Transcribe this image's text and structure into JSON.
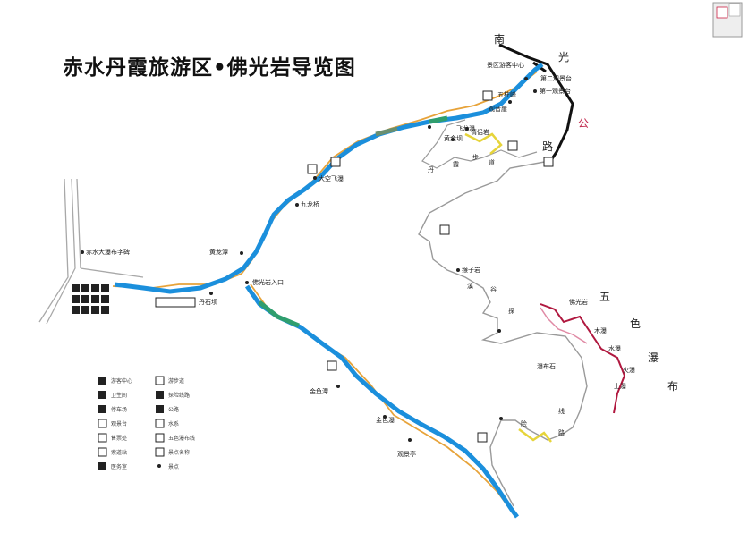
{
  "title": "赤水丹霞旅游区•佛光岩导览图",
  "road_labels": {
    "nan": "南",
    "guang": "光",
    "gong": "公",
    "lu": "路"
  },
  "trail_labels": {
    "a": "丹",
    "b": "霞",
    "c": "步",
    "d": "道",
    "e": "溪",
    "f": "谷",
    "g": "探",
    "h": "险",
    "i": "线",
    "j": "路",
    "k": "五",
    "l": "色",
    "m": "瀑",
    "n": "布"
  },
  "places": {
    "ticket": "景区游客中心",
    "p1": "第二观景台",
    "p2": "第一观景台",
    "p3": "五柱峰",
    "p4": "观音崖",
    "p5": "飞龙瀑",
    "p6": "情侣岩",
    "p7": "大空飞瀑",
    "p8": "九龙桥",
    "p9": "黄龙潭",
    "p10": "黄金坝",
    "p11": "佛光岩入口",
    "p12": "赤水大瀑布字碑",
    "p13": "丹石坝",
    "p14": "猴子岩",
    "p15": "金鱼潭",
    "p16": "金色瀑",
    "p17": "观景亭",
    "p18": "佛光岩",
    "p19": "木瀑",
    "p20": "水瀑",
    "p21": "火瀑",
    "p22": "土瀑",
    "p23": "瀑布石"
  },
  "legend": {
    "items_left": [
      "游客中心",
      "卫生间",
      "停车场",
      "观景台",
      "售票处",
      "索道站",
      "医务室"
    ],
    "items_right": [
      "游步道",
      "探险线路",
      "公路",
      "水系",
      "五色瀑布线",
      "景点名称",
      "景点"
    ]
  },
  "colors": {
    "river": "#1b8fdc",
    "trail": "#e7a33a",
    "green_trail": "#2f9e6e",
    "road": "#111111",
    "gray_path": "#9a9a9a",
    "red_route": "#b0183f",
    "yellow": "#e6d43a"
  }
}
